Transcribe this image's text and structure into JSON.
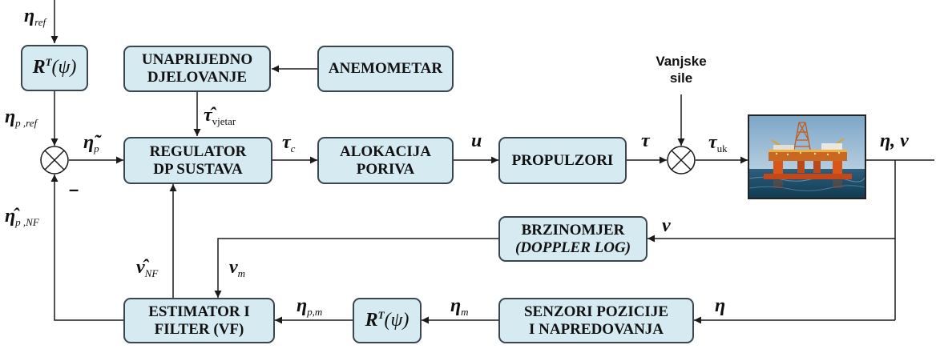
{
  "blocks": {
    "rt_top": {
      "letter": "R",
      "sup": "T",
      "arg": "(ψ)"
    },
    "feedforward": {
      "line1": "UNAPRIJEDNO",
      "line2": "DJELOVANJE"
    },
    "anemometer": {
      "label": "ANEMOMETAR"
    },
    "regulator": {
      "line1": "REGULATOR",
      "line2": "DP SUSTAVA"
    },
    "allocation": {
      "line1": "ALOKACIJA",
      "line2": "PORIVA"
    },
    "propulsors": {
      "label": "PROPULZORI"
    },
    "speedlog": {
      "line1": "BRZINOMJER",
      "line2": "(DOPPLER LOG)"
    },
    "sensors": {
      "line1": "SENZORI POZICIJE",
      "line2": "I NAPREDOVANJA"
    },
    "estimator": {
      "line1": "ESTIMATOR I",
      "line2": "FILTER (VF)"
    },
    "rt_bottom": {
      "letter": "R",
      "sup": "T",
      "arg": "(ψ)"
    }
  },
  "signals": {
    "eta_ref": {
      "sym": "η",
      "sub": "ref"
    },
    "eta_p_ref": {
      "sym": "η",
      "sub": "p ,ref"
    },
    "eta_p_tilde": {
      "sym": "η̃",
      "sub": "p"
    },
    "tau_wind": {
      "sym": "τ̂",
      "sub": "vjetar"
    },
    "tau_c": {
      "sym": "τ",
      "sub": "c"
    },
    "u": {
      "sym": "u"
    },
    "tau": {
      "sym": "τ"
    },
    "tau_uk": {
      "sym": "τ",
      "sub": "uk"
    },
    "eta_nu": {
      "text": "η, ν"
    },
    "nu_log": {
      "sym": "ν"
    },
    "nu_m": {
      "sym": "ν",
      "sub": "m"
    },
    "nu_nf": {
      "sym": "ν̂",
      "sub": "NF"
    },
    "eta_p_nf": {
      "sym": "η̂",
      "sub": "p ,NF"
    },
    "eta_p_m": {
      "sym": "η",
      "sub": "p,m"
    },
    "eta_m": {
      "sym": "η",
      "sub": "m"
    },
    "eta_sensor": {
      "sym": "η"
    }
  },
  "external": {
    "line1": "Vanjske",
    "line2": "sile"
  },
  "minus_sign": "–",
  "colors": {
    "block_fill": "#d6eaf2",
    "block_border": "#3a4650",
    "wire": "#1a1a1a"
  }
}
